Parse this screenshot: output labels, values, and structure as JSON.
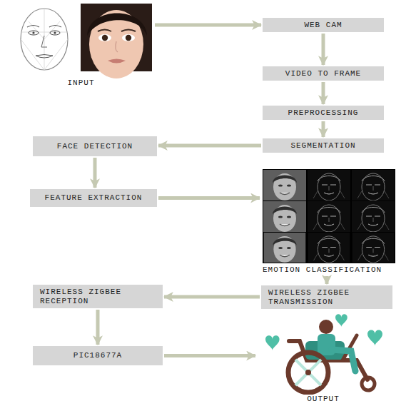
{
  "diagram": {
    "nodes": [
      {
        "text": [
          "INPUT"
        ]
      },
      {
        "text": [
          "WEB CAM"
        ]
      },
      {
        "text": [
          "VIDEO TO FRAME"
        ]
      },
      {
        "text": [
          "PREPROCESSING"
        ]
      },
      {
        "text": [
          "SEGMENTATION"
        ]
      },
      {
        "text": [
          "FACE DETECTION"
        ]
      },
      {
        "text": [
          "FEATURE EXTRACTION"
        ]
      },
      {
        "text": [
          "EMOTION CLASSIFICATION"
        ]
      },
      {
        "text": [
          "WIRELESS ZIGBEE TRANSMISSION"
        ]
      },
      {
        "text": [
          "WIRELESS ZIGBEE RECEPTION"
        ]
      },
      {
        "text": [
          "PIC18677A"
        ]
      },
      {
        "text": [
          "OUTPUT"
        ]
      }
    ],
    "edges": [
      {
        "from": 0,
        "to": 1,
        "arrow": "to"
      },
      {
        "from": 1,
        "to": 2,
        "arrow": "to"
      },
      {
        "from": 2,
        "to": 3,
        "arrow": "to"
      },
      {
        "from": 3,
        "to": 4,
        "arrow": "to"
      },
      {
        "from": 4,
        "to": 5,
        "arrow": "to"
      },
      {
        "from": 5,
        "to": 6,
        "arrow": "to"
      },
      {
        "from": 6,
        "to": 7,
        "arrow": "to"
      },
      {
        "from": 7,
        "to": 8,
        "arrow": "to"
      },
      {
        "from": 8,
        "to": 9,
        "arrow": "to"
      },
      {
        "from": 9,
        "to": 10,
        "arrow": "to"
      },
      {
        "from": 10,
        "to": 11,
        "arrow": "to"
      }
    ]
  }
}
